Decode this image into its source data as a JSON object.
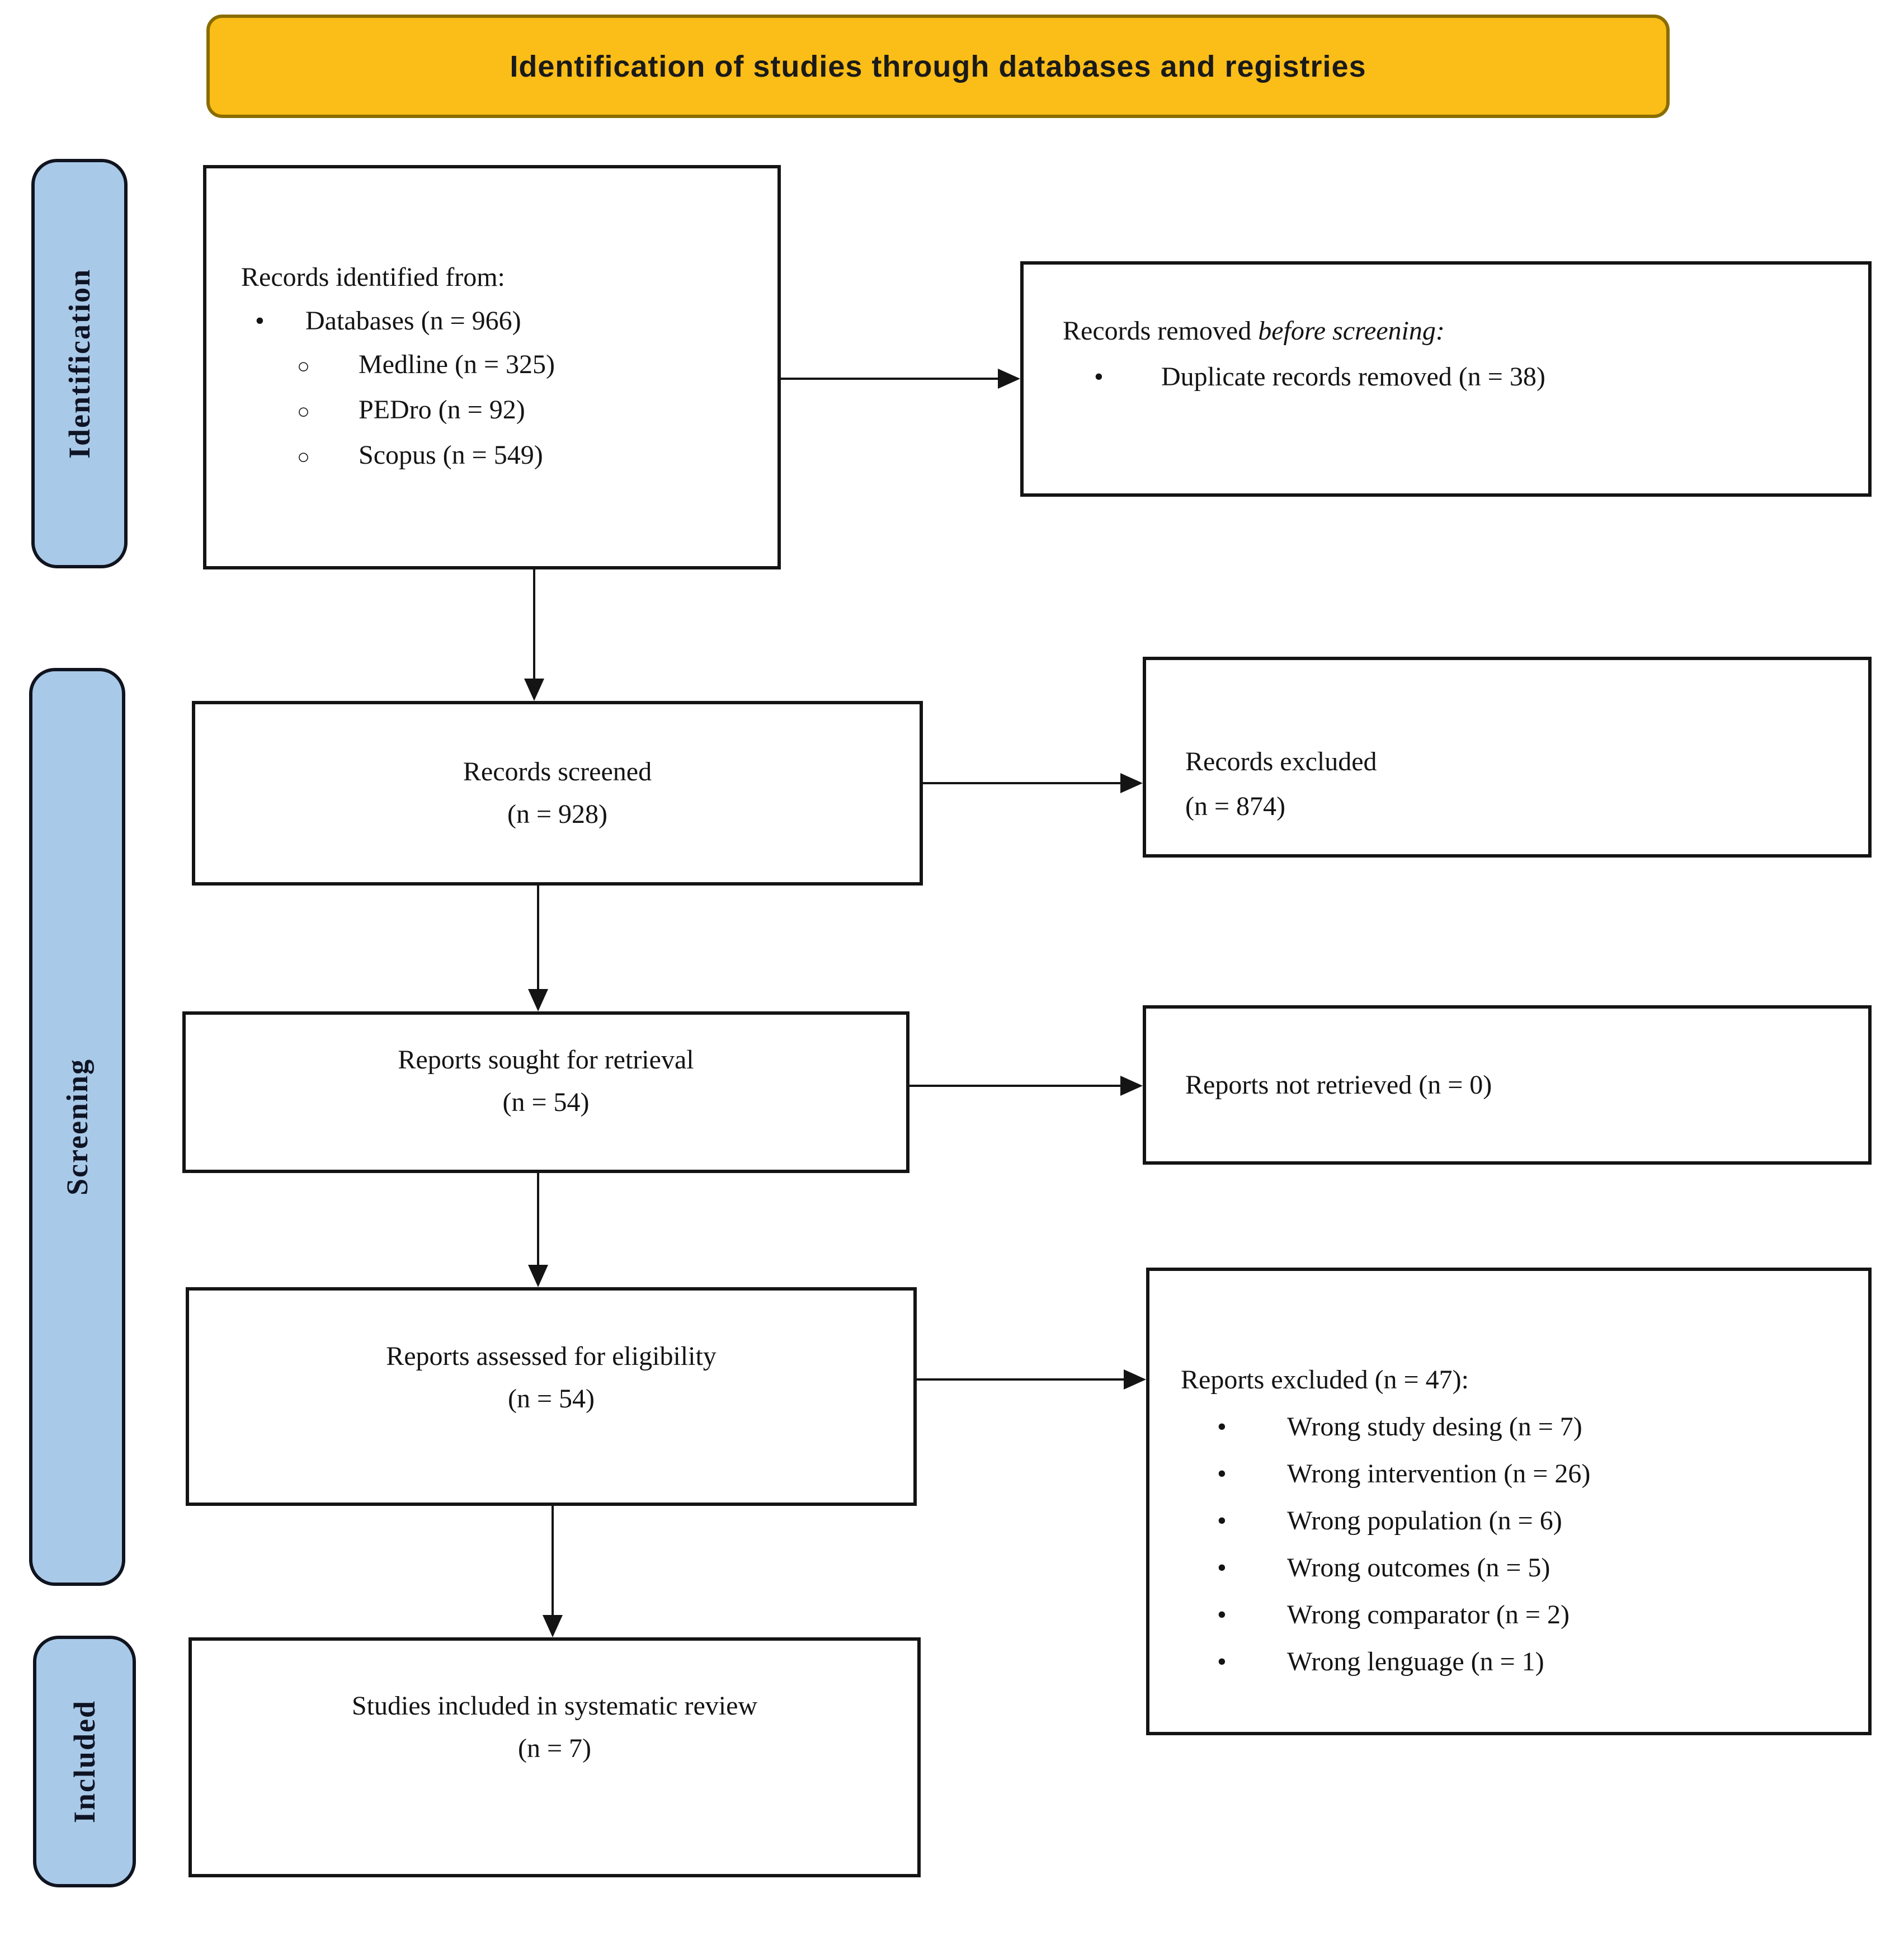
{
  "banner": {
    "title": "Identification of studies through databases and registries",
    "bg_color": "#FBBD17",
    "border_color": "#8A6D00"
  },
  "sidebar": {
    "bg_color": "#A9C9E8",
    "border_color": "#10141F",
    "labels": [
      {
        "id": "identification",
        "text": "Identification"
      },
      {
        "id": "screening",
        "text": "Screening"
      },
      {
        "id": "included",
        "text": "Included"
      }
    ]
  },
  "boxes": {
    "records_identified": {
      "title": "Records identified from:",
      "bullets": [
        {
          "marker": "•",
          "text": "Databases (n = 966)",
          "level": 1
        },
        {
          "marker": "○",
          "text": "Medline (n = 325)",
          "level": 2
        },
        {
          "marker": "○",
          "text": "PEDro (n = 92)",
          "level": 2
        },
        {
          "marker": "○",
          "text": "Scopus (n = 549)",
          "level": 2
        }
      ]
    },
    "records_removed": {
      "title_prefix": "Records removed ",
      "title_italic": "before screening:",
      "bullets": [
        {
          "marker": "•",
          "text": "Duplicate records removed (n = 38)"
        }
      ]
    },
    "records_screened": {
      "line1": "Records screened",
      "line2": "(n = 928)"
    },
    "records_excluded": {
      "line1": "Records excluded",
      "line2": "(n = 874)"
    },
    "reports_sought": {
      "line1": "Reports sought for retrieval",
      "line2": "(n = 54)"
    },
    "reports_not_retrieved": {
      "line1": "Reports not retrieved (n = 0)"
    },
    "reports_assessed": {
      "line1": "Reports assessed for eligibility",
      "line2": "(n = 54)"
    },
    "reports_excluded": {
      "title": "Reports excluded (n = 47):",
      "marker": "•",
      "bullets": [
        "Wrong study desing (n = 7)",
        "Wrong intervention (n = 26)",
        "Wrong population (n = 6)",
        "Wrong outcomes (n = 5)",
        "Wrong comparator (n = 2)",
        "Wrong lenguage (n = 1)"
      ]
    },
    "studies_included": {
      "line1": "Studies included in systematic review",
      "line2": "(n = 7)"
    }
  },
  "colors": {
    "box_border": "#141414",
    "arrow": "#141414",
    "text": "#141414"
  }
}
